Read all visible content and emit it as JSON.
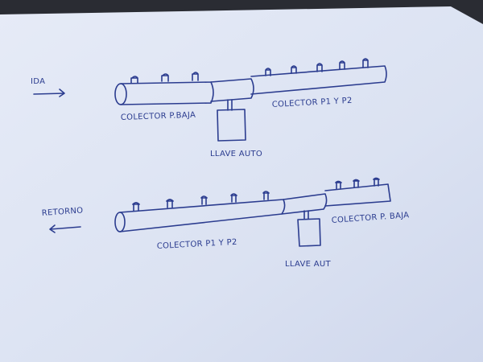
{
  "colors": {
    "paper": "#dfe5f4",
    "ink": "#2b3c8f",
    "background": "#2a2c33"
  },
  "supply": {
    "direction_label": "IDA",
    "left_collector_label": "COLECTOR P.BAJA",
    "right_collector_label": "COLECTOR P1 Y P2",
    "valve_label": "LLAVE AUTO"
  },
  "return": {
    "direction_label": "RETORNO",
    "left_collector_label": "COLECTOR P1 Y P2",
    "right_collector_label": "COLECTOR P. BAJA",
    "valve_label": "LLAVE AUT"
  }
}
